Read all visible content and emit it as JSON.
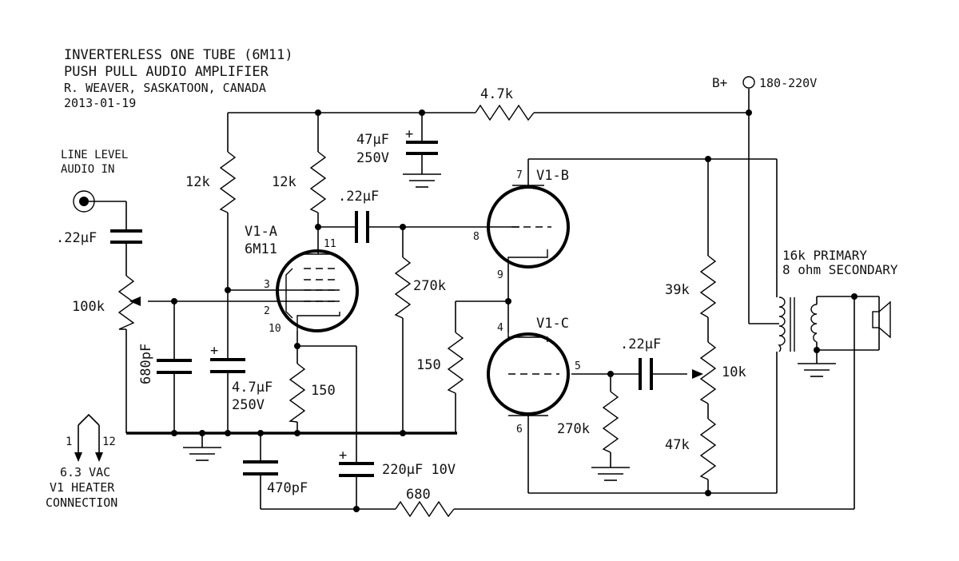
{
  "header": {
    "title_line1": "INVERTERLESS ONE TUBE (6M11)",
    "title_line2": "PUSH PULL AUDIO AMPLIFIER",
    "author": "R. WEAVER, SASKATOON, CANADA",
    "date": "2013-01-19"
  },
  "input": {
    "label_line1": "LINE LEVEL",
    "label_line2": "AUDIO IN"
  },
  "supply": {
    "node_label": "B+",
    "voltage": "180-220V"
  },
  "components": {
    "r_supply": "4.7k",
    "c_filter_value": "47μF",
    "c_filter_voltage": "250V",
    "r_grid_bias": "12k",
    "r_plate_a": "12k",
    "c_coupling_1": ".22μF",
    "c_input": ".22μF",
    "pot_volume": "100k",
    "c_680p": "680pF",
    "c_cathode_value": "4.7μF",
    "c_cathode_voltage": "250V",
    "r_cathode_a": "150",
    "r_grid_b": "270k",
    "r_cathode_c": "150",
    "c_coupling_2": ".22μF",
    "r_grid_c": "270k",
    "r_divider_top": "39k",
    "pot_balance": "10k",
    "r_divider_bottom": "47k",
    "c_470p": "470pF",
    "c_bypass": "220μF  10V",
    "r_feedback": "680"
  },
  "tubes": {
    "v1a_name": "V1-A",
    "v1a_type": "6M11",
    "v1b_name": "V1-B",
    "v1c_name": "V1-C"
  },
  "pins": {
    "p11": "11",
    "p3": "3",
    "p2": "2",
    "p10": "10",
    "p7": "7",
    "p8": "8",
    "p9": "9",
    "p4": "4",
    "p5": "5",
    "p6": "6"
  },
  "polarity": {
    "plus": "+"
  },
  "transformer": {
    "primary": "16k PRIMARY",
    "secondary": "8 ohm SECONDARY"
  },
  "heater": {
    "pin_left": "1",
    "pin_right": "12",
    "line1": "6.3 VAC",
    "line2": "V1 HEATER",
    "line3": "CONNECTION"
  }
}
